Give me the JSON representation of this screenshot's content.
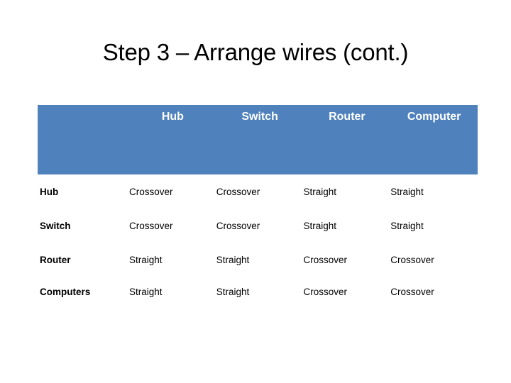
{
  "slide": {
    "title": "Step 3 – Arrange wires (cont.)",
    "background_color": "#FFFFFF"
  },
  "table": {
    "header_fill_color": "#4F81BD",
    "header_text_color": "#FFFFFF",
    "body_text_color": "#000000",
    "corner_label": "",
    "column_headers": [
      "Hub",
      "Switch",
      "Router",
      "Computer"
    ],
    "row_headers": [
      "Hub",
      "Switch",
      "Router",
      "Computers"
    ],
    "rows": [
      {
        "label": "Hub",
        "cells": [
          "Crossover",
          "Crossover",
          "Straight",
          "Straight"
        ]
      },
      {
        "label": "Switch",
        "cells": [
          "Crossover",
          "Crossover",
          "Straight",
          "Straight"
        ]
      },
      {
        "label": "Router",
        "cells": [
          "Straight",
          "Straight",
          "Crossover",
          "Crossover"
        ]
      },
      {
        "label": "Computers",
        "cells": [
          "Straight",
          "Straight",
          "Crossover",
          "Crossover"
        ]
      }
    ]
  }
}
